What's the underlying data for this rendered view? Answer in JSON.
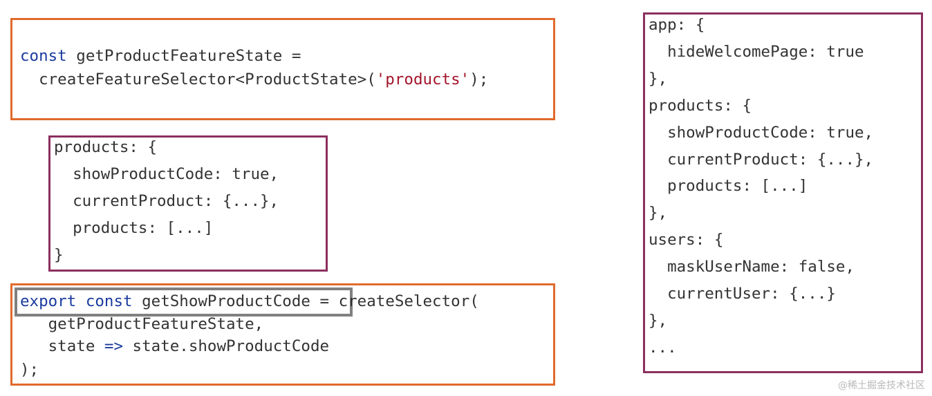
{
  "feature_selector": {
    "kw_const": "const",
    "l1_rest": " getProductFeatureState =",
    "l2_start": "  createFeatureSelector<ProductState>(",
    "l2_str": "'products'",
    "l2_end": ");"
  },
  "products_state": {
    "lines": [
      "products: {",
      "  showProductCode: true,",
      "  currentProduct: {...},",
      "  products: [...]",
      "}"
    ]
  },
  "show_selector": {
    "kw_export": "export",
    "kw_const": " const",
    "name": " getShowProductCode",
    "l1_rest": " = createSelector(",
    "l2": "   getProductFeatureState,",
    "l3_a": "   state ",
    "l3_arrow": "=>",
    "l3_b": " state.showProductCode",
    "l4": ");"
  },
  "app_state": {
    "lines": [
      "app: {",
      "  hideWelcomePage: true",
      "},",
      "products: {",
      "  showProductCode: true,",
      "  currentProduct: {...},",
      "  products: [...]",
      "},",
      "users: {",
      "  maskUserName: false,",
      "  currentUser: {...}",
      "},",
      "..."
    ]
  },
  "watermark": "@稀土掘金技术社区"
}
